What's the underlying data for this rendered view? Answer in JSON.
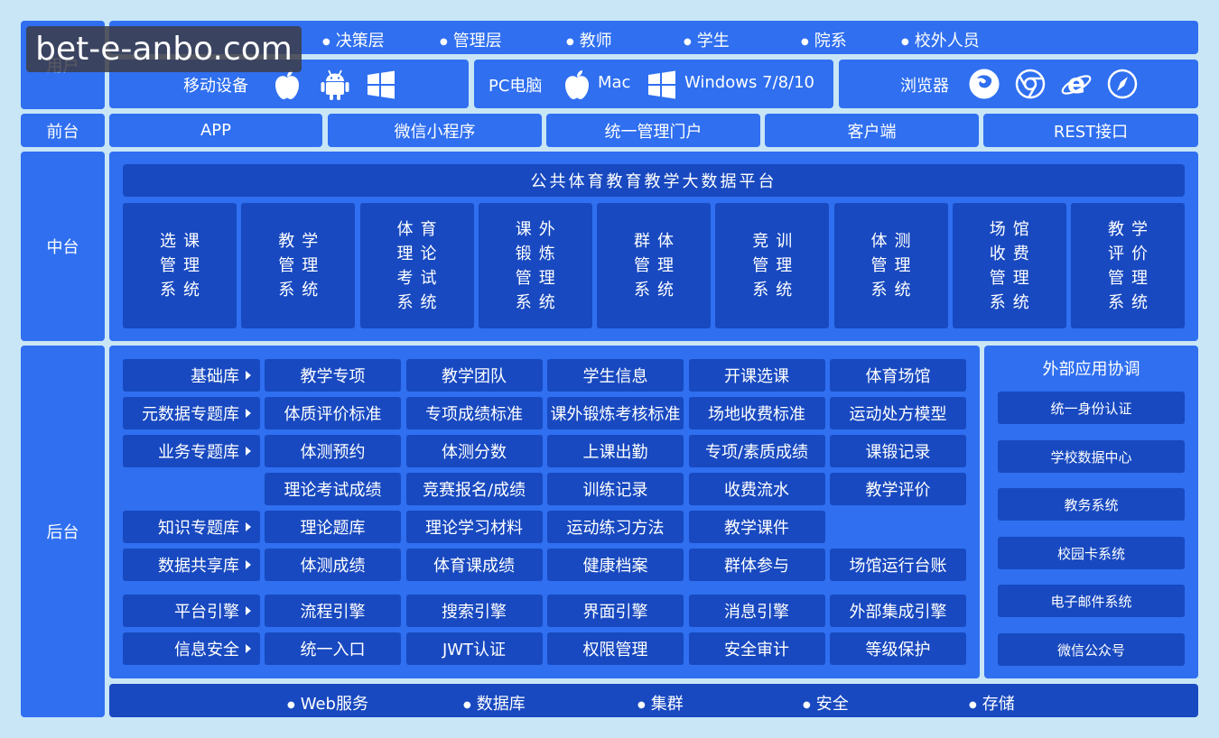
{
  "watermark": "bet-e-anbo.com",
  "users": {
    "side_label": "用户",
    "roles": [
      "决策层",
      "管理层",
      "教师",
      "学生",
      "院系",
      "校外人员"
    ],
    "devices": {
      "mobile_label": "移动设备",
      "pc_label": "PC电脑",
      "mac_label": "Mac",
      "windows_label": "Windows 7/8/10",
      "browser_label": "浏览器"
    }
  },
  "frontend": {
    "side_label": "前台",
    "items": [
      "APP",
      "微信小程序",
      "统一管理门户",
      "客户端",
      "REST接口"
    ]
  },
  "middle": {
    "side_label": "中台",
    "platform_title": "公共体育教育教学大数据平台",
    "systems": [
      [
        "选课",
        "管理",
        "系统"
      ],
      [
        "教学",
        "管理",
        "系统"
      ],
      [
        "体育",
        "理论",
        "考试",
        "系统"
      ],
      [
        "课外",
        "锻炼",
        "管理",
        "系统"
      ],
      [
        "群体",
        "管理",
        "系统"
      ],
      [
        "竞训",
        "管理",
        "系统"
      ],
      [
        "体测",
        "管理",
        "系统"
      ],
      [
        "场馆",
        "收费",
        "管理",
        "系统"
      ],
      [
        "教学",
        "评价",
        "管理",
        "系统"
      ]
    ]
  },
  "backend": {
    "side_label": "后台",
    "rows": [
      {
        "label": "基础库",
        "cells": [
          "教学专项",
          "教学团队",
          "学生信息",
          "开课选课",
          "体育场馆"
        ]
      },
      {
        "label": "元数据专题库",
        "cells": [
          "体质评价标准",
          "专项成绩标准",
          "课外锻炼考核标准",
          "场地收费标准",
          "运动处方模型"
        ]
      },
      {
        "label": "业务专题库",
        "cells": [
          "体测预约",
          "体测分数",
          "上课出勤",
          "专项/素质成绩",
          "课锻记录"
        ]
      },
      {
        "label": "",
        "cells": [
          "理论考试成绩",
          "竞赛报名/成绩",
          "训练记录",
          "收费流水",
          "教学评价"
        ]
      },
      {
        "label": "知识专题库",
        "cells": [
          "理论题库",
          "理论学习材料",
          "运动练习方法",
          "教学课件",
          ""
        ]
      },
      {
        "label": "数据共享库",
        "cells": [
          "体测成绩",
          "体育课成绩",
          "健康档案",
          "群体参与",
          "场馆运行台账"
        ]
      },
      {
        "label": "平台引擎",
        "cells": [
          "流程引擎",
          "搜索引擎",
          "界面引擎",
          "消息引擎",
          "外部集成引擎"
        ]
      },
      {
        "label": "信息安全",
        "cells": [
          "统一入口",
          "JWT认证",
          "权限管理",
          "安全审计",
          "等级保护"
        ]
      }
    ],
    "external": {
      "title": "外部应用协调",
      "items": [
        "统一身份认证",
        "学校数据中心",
        "教务系统",
        "校园卡系统",
        "电子邮件系统",
        "微信公众号"
      ]
    }
  },
  "infrastructure": {
    "items": [
      "Web服务",
      "数据库",
      "集群",
      "安全",
      "存储"
    ]
  },
  "colors": {
    "background": "#c9e6f7",
    "bright_block": "#2f6ff0",
    "mid_block": "#1f5bd8",
    "dark_block": "#1849c0"
  }
}
